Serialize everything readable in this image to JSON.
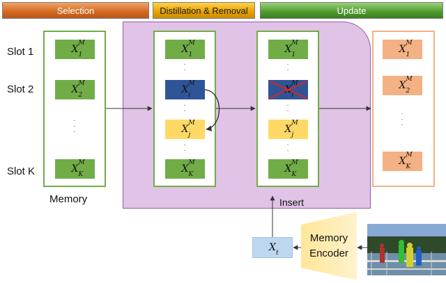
{
  "stages": {
    "selection": "Selection",
    "distillation_removal": "Distillation & Removal",
    "update": "Update"
  },
  "slots": {
    "slot1": "Slot 1",
    "slot2": "Slot 2",
    "slotK": "Slot K"
  },
  "memory_label": "Memory",
  "insert_label": "Insert",
  "encoder": {
    "line1": "Memory",
    "line2": "Encoder"
  },
  "symbols": {
    "base": "X",
    "memory_sup": "M",
    "input_sub": "t",
    "memory_column": [
      "1",
      "2",
      "K"
    ],
    "distill_column": [
      "1",
      "i",
      "j",
      "K"
    ],
    "insert_column": [
      "1",
      "i",
      "j",
      "K"
    ],
    "update_column": [
      "1",
      "2",
      "K"
    ]
  },
  "colors": {
    "memory_slot": "#70ad47",
    "selected_slot": "#2f5597",
    "merged_slot": "#ffd966",
    "updated_slot": "#f4b183",
    "input_token": "#bdd7ee",
    "distill_region": "#e0c3e6",
    "remove_mark": "#e02020"
  }
}
